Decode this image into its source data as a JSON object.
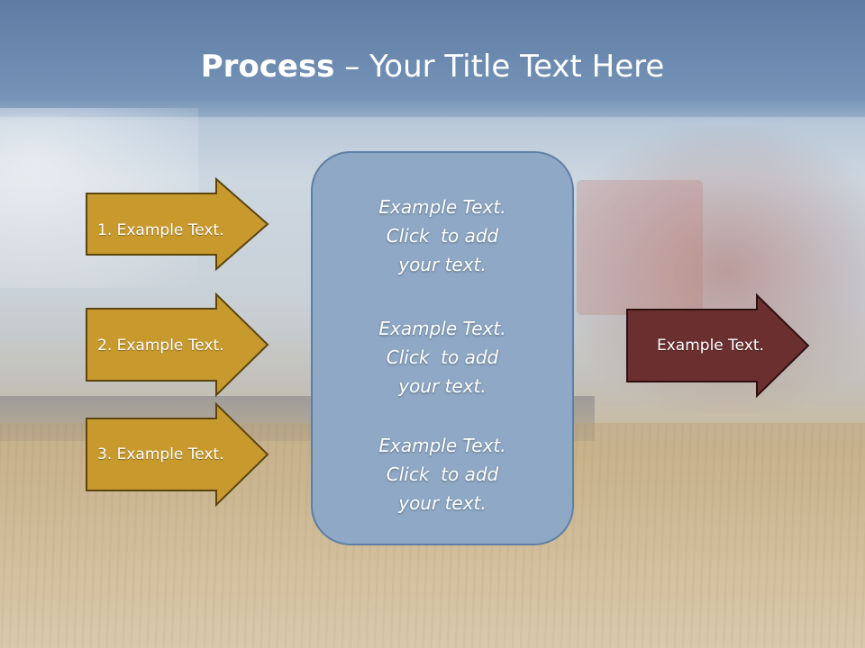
{
  "slide": {
    "title_bold": "Process",
    "title_rest": " – Your Title Text Here"
  },
  "left_arrows": [
    {
      "label": "1. Example Text."
    },
    {
      "label": "2. Example Text."
    },
    {
      "label": "3. Example Text."
    }
  ],
  "center_panel": {
    "blocks": [
      {
        "line1": "Example Text.",
        "line2": "Click  to add",
        "line3": "your text."
      },
      {
        "line1": "Example Text.",
        "line2": "Click  to add",
        "line3": "your text."
      },
      {
        "line1": "Example Text.",
        "line2": "Click  to add",
        "line3": "your text."
      }
    ]
  },
  "right_arrow": {
    "label": "Example Text."
  },
  "colors": {
    "left_arrow_fill": "#c89a2e",
    "left_arrow_stroke": "#5a4510",
    "right_arrow_fill": "#6b2f2f",
    "right_arrow_stroke": "#2e1010",
    "panel_fill": "#8ea8c5",
    "panel_border": "#5f7fa4"
  }
}
